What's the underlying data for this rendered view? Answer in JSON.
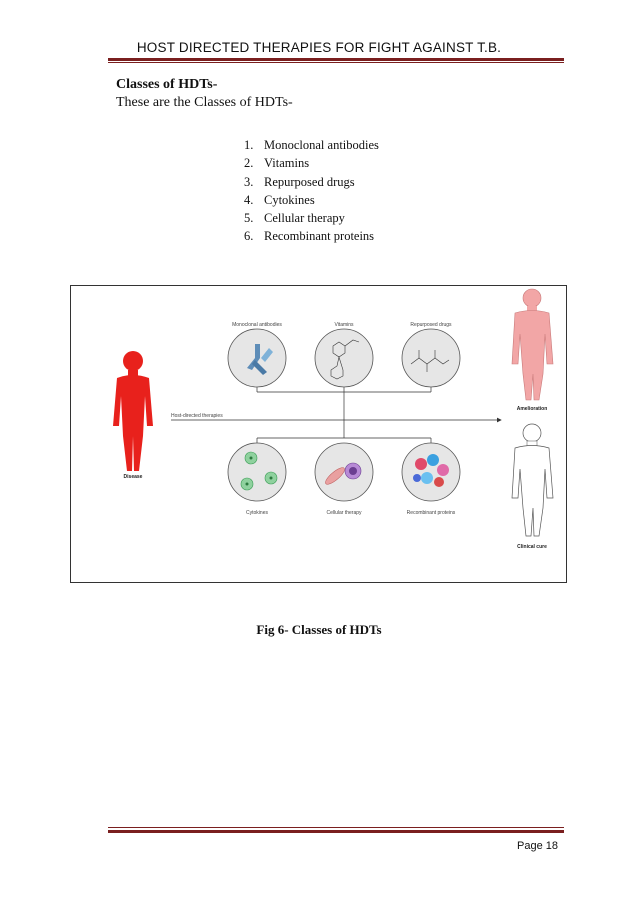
{
  "header": {
    "title": "HOST DIRECTED THERAPIES FOR FIGHT AGAINST T.B."
  },
  "section": {
    "heading": "Classes of HDTs-",
    "intro": "These are the Classes of HDTs-"
  },
  "hdt_classes": [
    {
      "num": "1.",
      "label": "Monoclonal antibodies"
    },
    {
      "num": "2.",
      "label": "Vitamins"
    },
    {
      "num": "3.",
      "label": "Repurposed drugs"
    },
    {
      "num": "4.",
      "label": "Cytokines"
    },
    {
      "num": "5.",
      "label": "Cellular therapy"
    },
    {
      "num": "6.",
      "label": "Recombinant proteins"
    }
  ],
  "figure": {
    "top_labels": [
      "Monoclonal antibodies",
      "Vitamins",
      "Repurposed drugs"
    ],
    "bottom_labels": [
      "Cytokines",
      "Cellular therapy",
      "Recombinant proteins"
    ],
    "arrow_label": "Host-directed therapies",
    "disease_label": "Disease",
    "amelioration_label": "Amelioration",
    "cure_label": "Clinical cure",
    "colors": {
      "disease": "#e8211c",
      "amelioration": "#f2a6a6",
      "cure": "#ffffff",
      "circle": "#e6e6e6"
    }
  },
  "caption": "Fig 6- Classes of HDTs",
  "footer": {
    "page": "Page 18"
  }
}
